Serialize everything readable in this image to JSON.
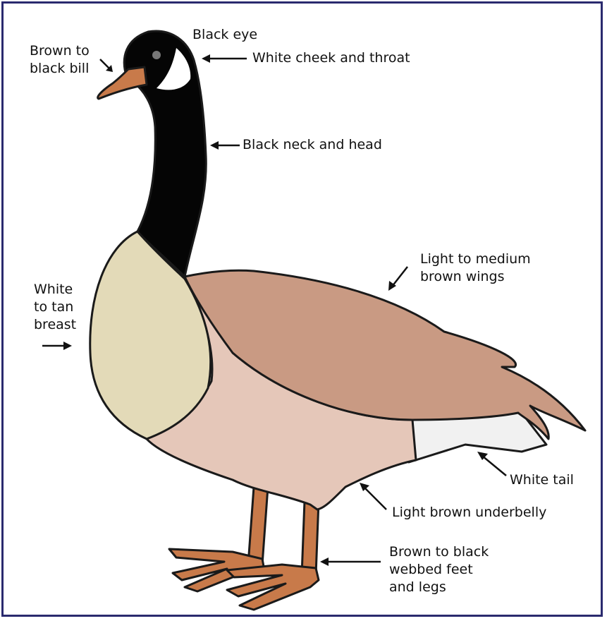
{
  "colors": {
    "border": "#2a2a6e",
    "outline": "#1a1a1a",
    "black": "#050505",
    "white": "#ffffff",
    "bill": "#c87a4a",
    "breast": "#e3dab8",
    "wing": "#c99a83",
    "underbelly": "#e5c7b9",
    "tail": "#f1f1f1",
    "legs": "#c87a4a",
    "eye": "#777777"
  },
  "labels": {
    "black_eye": "Black eye",
    "white_cheek": "White cheek and throat",
    "bill": [
      "Brown to",
      "black bill"
    ],
    "neck": "Black neck and head",
    "wings": [
      "Light to medium",
      "brown wings"
    ],
    "breast": [
      "White",
      "to tan",
      "breast"
    ],
    "tail": "White tail",
    "underbelly": "Light brown underbelly",
    "feet": [
      "Brown to black",
      "webbed feet",
      "and legs"
    ]
  }
}
